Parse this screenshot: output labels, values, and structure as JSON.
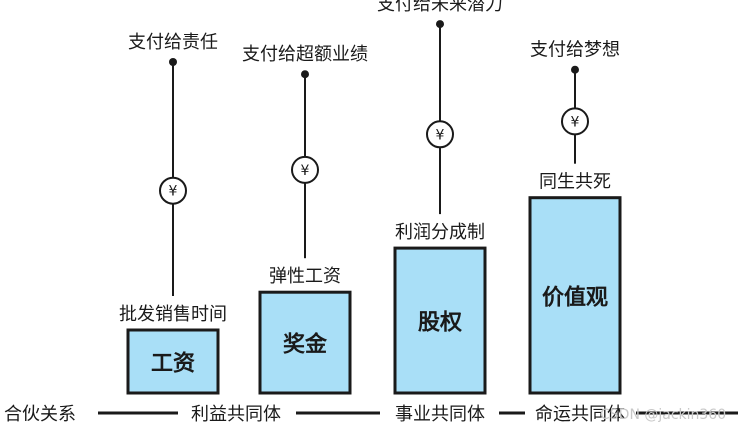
{
  "colors": {
    "bar_fill": "#a9dff7",
    "stroke": "#1a1a1a",
    "text": "#1a1a1a",
    "watermark": "#c8c8c8"
  },
  "bars": [
    {
      "name": "工资",
      "top_label": "批发销售时间",
      "payment_label": "支付给责任",
      "relative_height": 1.0
    },
    {
      "name": "奖金",
      "top_label": "弹性工资",
      "payment_label": "支付给超额业绩",
      "relative_height": 1.6
    },
    {
      "name": "股权",
      "top_label": "利润分成制",
      "payment_label": "支付给未来潜力",
      "relative_height": 2.3
    },
    {
      "name": "价值观",
      "top_label": "同生共死",
      "payment_label": "支付给梦想",
      "relative_height": 3.1
    }
  ],
  "payment_icon": "yen-coin-icon",
  "yen_symbol": "¥",
  "baseline": {
    "title": "合伙关系",
    "stages": [
      "利益共同体",
      "事业共同体",
      "命运共同体"
    ]
  },
  "watermark": "CSDN @jackin360"
}
